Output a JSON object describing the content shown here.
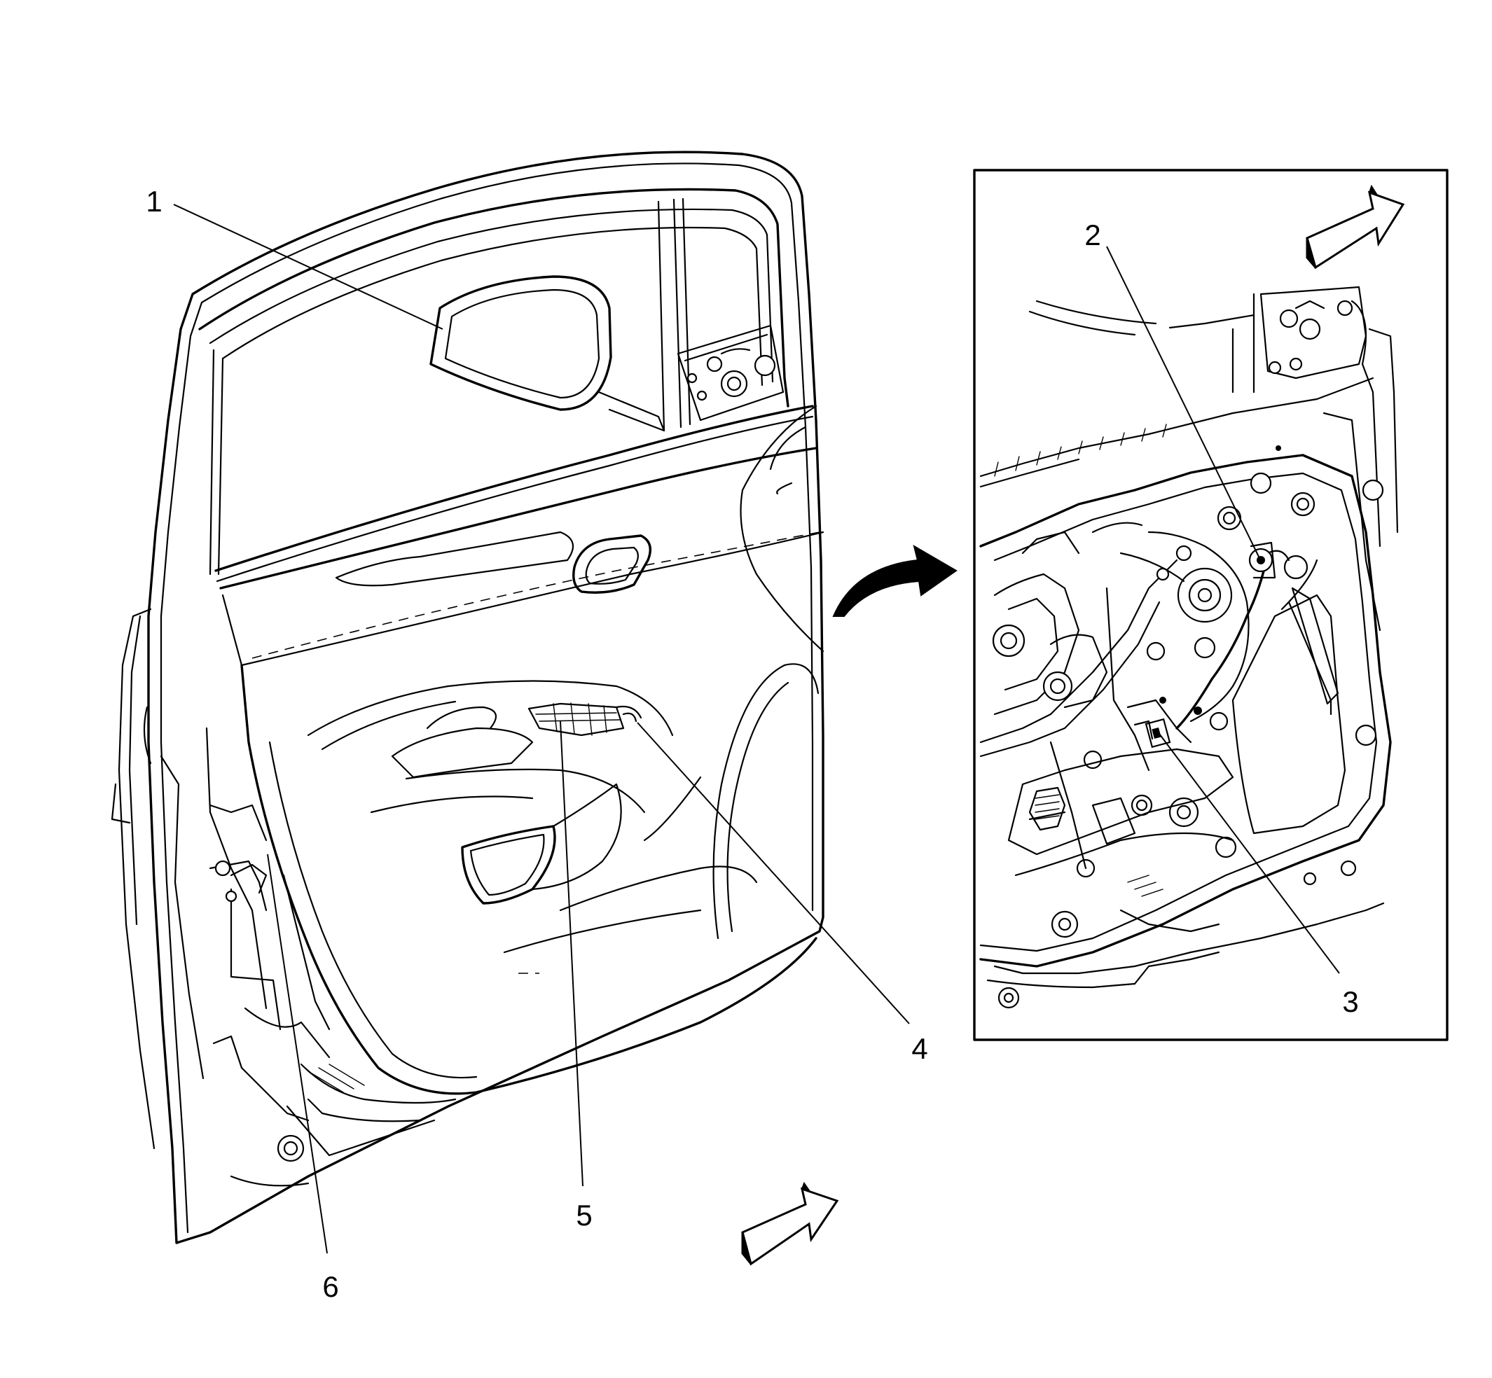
{
  "figure": {
    "callouts": [
      "1",
      "2",
      "3",
      "4",
      "5",
      "6"
    ]
  },
  "icons": {
    "detail_arrow": "curved-arrow-icon",
    "direction_arrow": "forward-direction-arrow-icon"
  }
}
